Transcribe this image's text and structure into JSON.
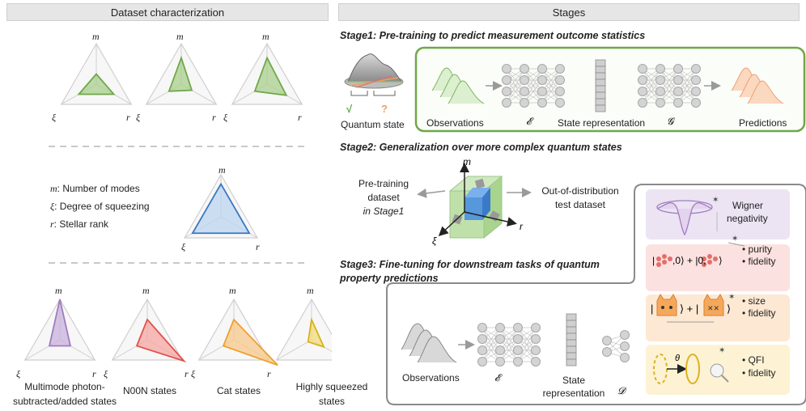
{
  "left_header": "Dataset characterization",
  "right_header": "Stages",
  "axis_labels": {
    "m": "m",
    "xi": "ξ",
    "r": "r"
  },
  "legend": [
    {
      "symbol": "m",
      "text": ": Number of modes"
    },
    {
      "symbol": "ξ",
      "text": ": Degree of squeezing"
    },
    {
      "symbol": "r",
      "text": ": Stellar rank"
    }
  ],
  "bottom_labels": {
    "multimode_line1": "Multimode photon-",
    "multimode_line2": "subtracted/added states",
    "n00n": "N00N states",
    "cat": "Cat states",
    "squeezed_line1": "Highly squeezed",
    "squeezed_line2": "states"
  },
  "stage1": {
    "title": "Stage1: Pre-training to predict measurement outcome statistics",
    "quantum_state": "Quantum state",
    "observations": "Observations",
    "encoder": "𝓔",
    "state_representation": "State representation",
    "decoder": "𝓖",
    "predictions": "Predictions",
    "check": "√",
    "question": "?"
  },
  "stage2": {
    "title": "Stage2: Generalization over more complex quantum states",
    "pretraining_l1": "Pre-training",
    "pretraining_l2": "dataset",
    "pretraining_l3": "in Stage1",
    "ood_l1": "Out-of-distribution",
    "ood_l2": "test dataset"
  },
  "stage3": {
    "title_l1": "Stage3: Fine-tuning for downstream tasks of quantum",
    "title_l2": "property predictions",
    "observations": "Observations",
    "encoder": "𝓔",
    "state_l1": "State",
    "state_l2": "representation",
    "decoder": "𝓓",
    "tasks": {
      "wigner_l1": "Wigner",
      "wigner_l2": "negativity",
      "noon_ket": "|●●●,0⟩ + |0,●●●⟩",
      "purity": "purity",
      "fidelity": "fidelity",
      "size": "size",
      "qfi": "QFI",
      "theta": "θ"
    }
  },
  "colors": {
    "green": "#6ea84a",
    "green_fill": "#a9cf8c",
    "blue": "#3a78c2",
    "purple": "#a07cc0",
    "red": "#e0544f",
    "orange": "#f0a030",
    "yellow": "#d9b020",
    "wigner_bg": "#ece3f3",
    "noon_bg": "#fbe1df",
    "cat_bg": "#fde8d4",
    "qfi_bg": "#fdf3d4"
  }
}
